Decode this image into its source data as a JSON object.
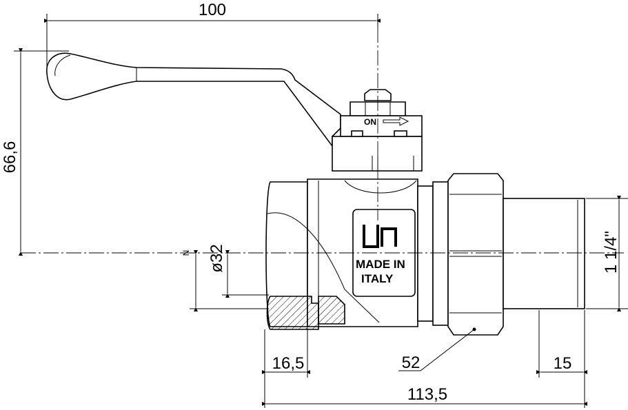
{
  "dimensions": {
    "overall_length": "113,5",
    "handle_length": "100",
    "height": "66,6",
    "thread_size": "1 1/4\"",
    "bore": "ø32",
    "female_thread_depth": "16,5",
    "male_thread_length": "15",
    "nut_size": "52",
    "small_mark": "N"
  },
  "markings": {
    "made_line1": "MADE IN",
    "made_line2": "ITALY",
    "on_label": "ON"
  },
  "icons": {
    "brand_logo": "brand-logo-icon",
    "arrow": "arrow-right-icon"
  }
}
